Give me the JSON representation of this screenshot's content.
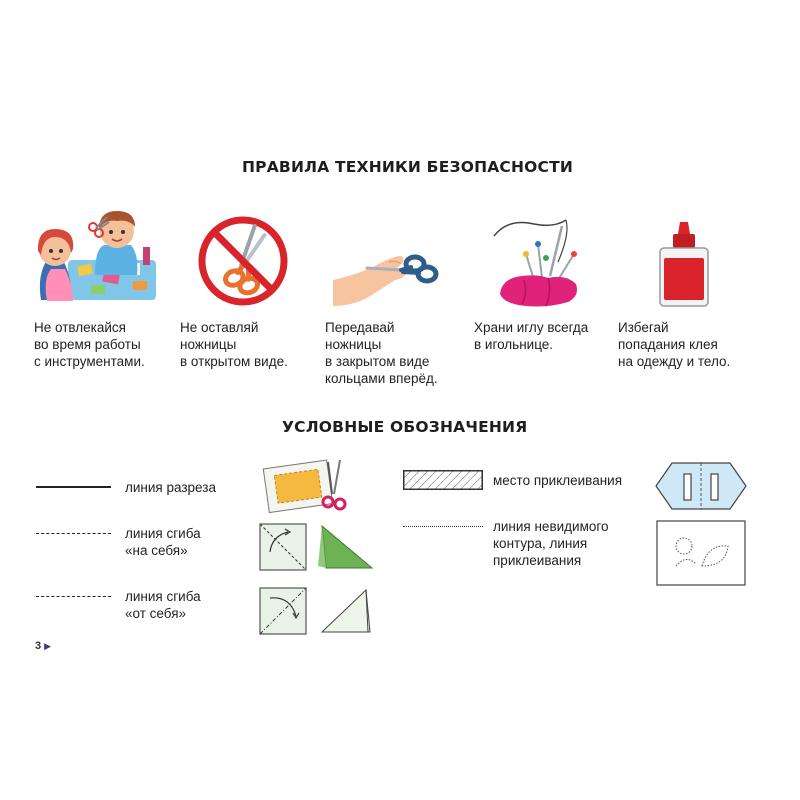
{
  "safety": {
    "title": "ПРАВИЛА ТЕХНИКИ БЕЗОПАСНОСТИ",
    "rules": [
      {
        "icon": "children-crafting-icon",
        "lines": [
          "Не отвлекайся",
          "во время работы",
          "с инструментами."
        ]
      },
      {
        "icon": "no-open-scissors-icon",
        "lines": [
          "Не оставляй",
          "ножницы",
          "в открытом виде."
        ]
      },
      {
        "icon": "hand-passing-scissors-icon",
        "lines": [
          "Передавай",
          "ножницы",
          "в закрытом виде",
          "кольцами вперёд."
        ]
      },
      {
        "icon": "needle-pincushion-icon",
        "lines": [
          "Храни иглу всегда",
          "в игольнице."
        ]
      },
      {
        "icon": "glue-bottle-icon",
        "lines": [
          "Избегай",
          "попадания клея",
          "на одежду и тело."
        ]
      }
    ]
  },
  "legend": {
    "title": "УСЛОВНЫЕ ОБОЗНАЧЕНИЯ",
    "cut_line": {
      "lines": [
        "линия разреза"
      ]
    },
    "fold_toward": {
      "lines": [
        "линия сгиба",
        "«на себя»"
      ]
    },
    "fold_away": {
      "lines": [
        "линия сгиба",
        "«от себя»"
      ]
    },
    "glue_area": {
      "lines": [
        "место приклеивания"
      ]
    },
    "invisible_contour": {
      "lines": [
        "линия невидимого",
        "контура, линия",
        "приклеивания"
      ]
    }
  },
  "page": {
    "number": "3",
    "marker_color": "#3b3b8f"
  },
  "colors": {
    "scissors_red": "#e03a2e",
    "fold_green": "#6db356",
    "prohibit_red": "#d9242b",
    "glue_red": "#d9222a"
  }
}
